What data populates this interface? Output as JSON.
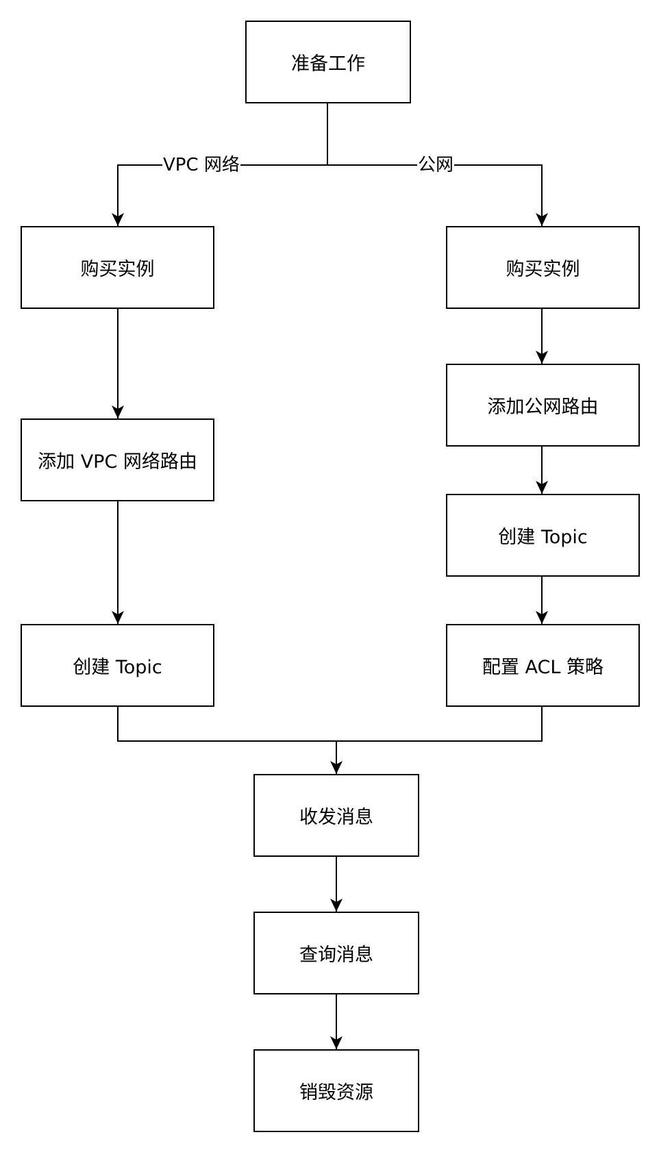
{
  "nodes": {
    "prepare": "准备工作",
    "vpc_buy": "购买实例",
    "vpc_route": "添加 VPC 网络路由",
    "vpc_topic": "创建 Topic",
    "pub_buy": "购买实例",
    "pub_route": "添加公网路由",
    "pub_topic": "创建 Topic",
    "pub_acl": "配置 ACL 策略",
    "send": "收发消息",
    "query": "查询消息",
    "destroy": "销毁资源"
  },
  "edge_labels": {
    "vpc": "VPC 网络",
    "public": "公网"
  },
  "colors": {
    "line": "#000000",
    "border": "#000000",
    "background": "#ffffff"
  }
}
